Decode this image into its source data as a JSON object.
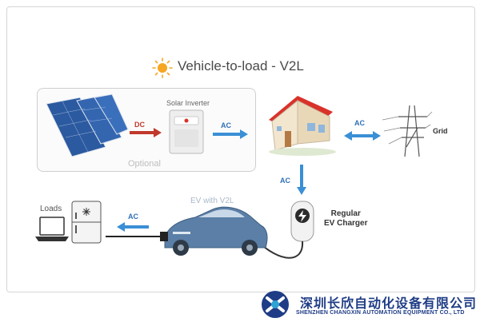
{
  "title": "Vehicle-to-load - V2L",
  "inverter_label": "Solar Inverter",
  "optional_label": "Optional",
  "flow": {
    "dc": "DC",
    "ac_inverter_house": "AC",
    "ac_house_grid": "AC",
    "ac_house_charger": "AC",
    "ac_ev_loads": "AC"
  },
  "grid_label": "Grid",
  "charger_label": "Regular\nEV Charger",
  "ev_label": "EV with V2L",
  "loads_label": "Loads",
  "company": {
    "name_cn": "深圳长欣自动化设备有限公司",
    "name_en": "SHENZHEN CHANGXIN AUTOMATION EQUIPMENT CO., LTD"
  },
  "colors": {
    "ac_arrow": "#3a8fd6",
    "dc_arrow": "#c0392b",
    "roof": "#d9322b",
    "brand": "#1f3d86"
  }
}
